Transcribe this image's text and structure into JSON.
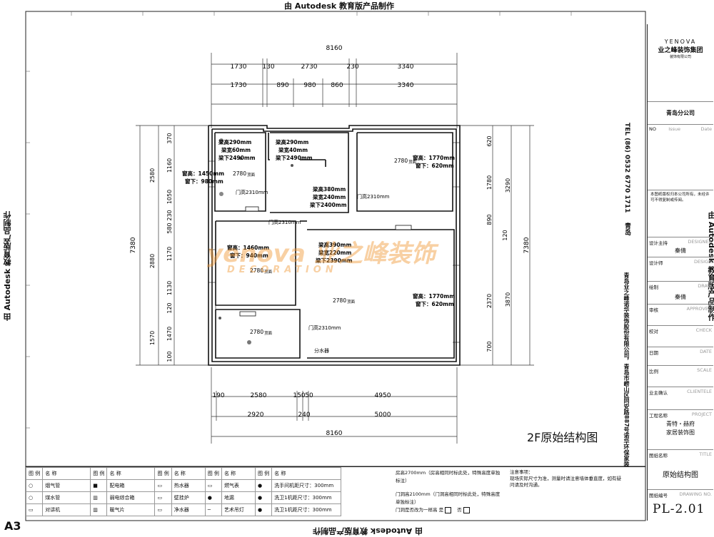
{
  "frame": {
    "top_text": "由 Autodesk 教育版产品制作",
    "bottom_text": "由 Autodesk 教育版产品制作",
    "left_text": "由 Autodesk 教育版产品制作",
    "right_text": "由 Autodesk 教育版产品制作",
    "sheet_size": "A3"
  },
  "plan": {
    "title": "2F原始结构图",
    "top_dims_row1": [
      "1730",
      "130",
      "2730",
      "230",
      "3340"
    ],
    "top_dims_row2": [
      "1730",
      "890",
      "980",
      "860",
      "3340"
    ],
    "top_total": "8160",
    "bottom_dims_row1": [
      "190",
      "2580",
      "150",
      "50",
      "4950"
    ],
    "bottom_dims_row2": [
      "2920",
      "240",
      "5000"
    ],
    "bottom_total": "8160",
    "left_dims_inner": [
      "370",
      "1160",
      "1050",
      "230",
      "580",
      "1170",
      "1130",
      "120",
      "1470",
      "100"
    ],
    "left_dims_outer": [
      "2580",
      "2880",
      "1570"
    ],
    "left_total": "7380",
    "right_dims_inner": [
      "620",
      "1780",
      "890",
      "120",
      "2370",
      "700"
    ],
    "right_dims_outer": [
      "3290",
      "3870"
    ],
    "right_total": "7380",
    "labels": {
      "beam1": [
        "梁高290mm",
        "梁宽60mm",
        "梁下2490mm"
      ],
      "beam2": [
        "梁高290mm",
        "梁宽40mm",
        "梁下2490mm"
      ],
      "beam3": [
        "梁高380mm",
        "梁宽240mm",
        "梁下2400mm"
      ],
      "beam4": [
        "梁高390mm",
        "梁宽220mm",
        "梁下2390mm"
      ],
      "win1": [
        "窗高：1450mm",
        "窗下：980mm"
      ],
      "win2": [
        "窗高：1770mm",
        "窗下：620mm"
      ],
      "win3": [
        "窗高：1460mm",
        "窗下：940mm"
      ],
      "win4": [
        "窗高：1770mm",
        "窗下：620mm"
      ],
      "ceil": "2780",
      "ceil_word": "顶面",
      "door1": "门高2310mm",
      "door2": "门高2310mm",
      "door3": "门高2310mm",
      "door4": "门高2310mm",
      "water": "分水器"
    }
  },
  "watermark": {
    "latin": "yenova",
    "cn": "业之峰装饰",
    "sub": "DECORATION"
  },
  "legend": {
    "headers": [
      "图 例",
      "名 称",
      "图 例",
      "名 称",
      "图 例",
      "名 称",
      "图 例",
      "名 称",
      "图 例",
      "名 称"
    ],
    "rows": [
      [
        "○",
        "烟气管",
        "■",
        "配电箱",
        "▭",
        "热水器",
        "▭",
        "燃气表",
        "●",
        "洗手间机距尺寸：300mm"
      ],
      [
        "○",
        "煤水管",
        "▥",
        "弱电综合箱",
        "▭",
        "壁挂炉",
        "●",
        "地漏",
        "●",
        "洗卫1机距尺寸：300mm"
      ],
      [
        "▭",
        "对讲机",
        "▥",
        "暖气片",
        "▭",
        "净水器",
        "─",
        "艺术吊灯",
        "●",
        "洗卫1机距尺寸：300mm"
      ]
    ],
    "notes": [
      "房高2700mm（房高相同时标此处，特殊高度单独标注）",
      "门洞高2100mm（门洞高相同时标此处，特殊高度单独标注）",
      "门洞是否改为一样高",
      "是",
      "否"
    ],
    "remark_title": "注意事项：",
    "remark_body": "现场实际尺寸为准，测量时请注意墙体垂直度，如有疑问请及时沟通。"
  },
  "titleblock": {
    "brand": "YENOVA",
    "brand_cn": "业之峰装饰集团",
    "brand_tag": "装饰有限公司",
    "branch": "青岛分公司",
    "no_label": "NO",
    "issue_label": "Issue",
    "date_label": "Date",
    "copyright": "本图纸版权归本公司所有，未经许可不得复制或传阅。",
    "tel": "TEL (86) 0532 6770 1711",
    "city": "青岛",
    "address": "青岛业之峰诺华装饰股份有限公司，青岛市崂山区同安路887号诺华环保家装",
    "rows": [
      {
        "cn": "设计主持",
        "en": "DESIGNER",
        "val": "秦倩"
      },
      {
        "cn": "设计师",
        "en": "DESIGN",
        "val": ""
      },
      {
        "cn": "绘制",
        "en": "DRAW",
        "val": "秦倩"
      },
      {
        "cn": "审核",
        "en": "APPROVED",
        "val": ""
      },
      {
        "cn": "校对",
        "en": "CHECK",
        "val": ""
      },
      {
        "cn": "日期",
        "en": "DATE",
        "val": ""
      },
      {
        "cn": "比例",
        "en": "SCALE",
        "val": ""
      },
      {
        "cn": "业主确认",
        "en": "CLIENTELE",
        "val": ""
      }
    ],
    "project_label": "工程名称",
    "project_en": "PROJECT",
    "project_name": "青特・赫府",
    "project_sub": "家居装饰图",
    "title_label": "图纸名称",
    "title_en": "TITLE",
    "drawing_name": "原始结构图",
    "number_label": "图纸编号",
    "number_en": "DRAWING NO.",
    "drawing_number": "PL-2.01"
  }
}
